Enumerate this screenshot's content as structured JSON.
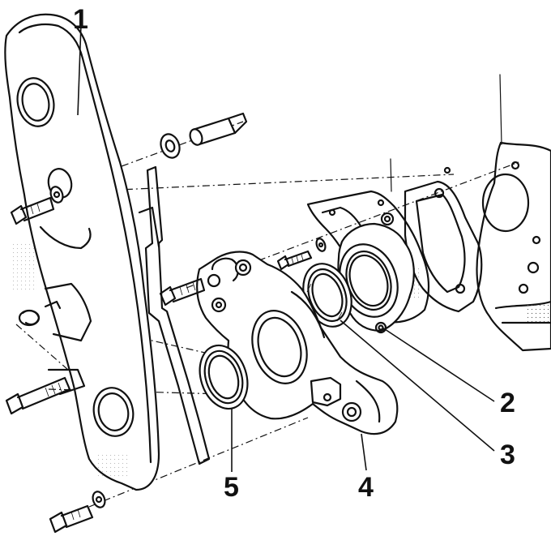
{
  "callouts": [
    {
      "id": "1",
      "text": "1"
    },
    {
      "id": "2",
      "text": "2"
    },
    {
      "id": "3",
      "text": "3"
    },
    {
      "id": "4",
      "text": "4"
    },
    {
      "id": "5",
      "text": "5"
    }
  ],
  "colors": {
    "ink": "#111111",
    "paper": "#ffffff"
  }
}
